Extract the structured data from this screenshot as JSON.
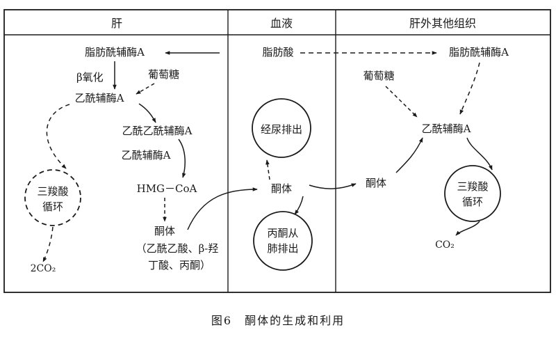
{
  "columns": {
    "liver": "肝",
    "blood": "血液",
    "extrahepatic": "肝外其他组织"
  },
  "liver": {
    "acyl_coa": "脂肪酰辅酶A",
    "beta_oxidation": "β氧化",
    "glucose": "葡萄糖",
    "acetyl_coa": "乙酰辅酶A",
    "acetoacetyl_coa": "乙酰乙酰辅酶A",
    "acetyl_coa_2": "乙酰辅酶A",
    "hmg_coa": "HMG－CoA",
    "ketone_bodies": "酮体",
    "ketone_detail_1": "（乙酰乙酸、β-羟",
    "ketone_detail_2": "丁酸、丙酮）",
    "tca_1": "三羧酸",
    "tca_2": "循环",
    "co2": "2CO₂"
  },
  "blood": {
    "fatty_acid": "脂肪酸",
    "urine_1": "经尿排出",
    "ketone_bodies": "酮体",
    "lung_1": "丙酮从",
    "lung_2": "肺排出"
  },
  "extrahepatic": {
    "acyl_coa": "脂肪酰辅酶A",
    "glucose": "葡萄糖",
    "acetyl_coa": "乙酰辅酶A",
    "ketone_bodies": "酮体",
    "tca_1": "三羧酸",
    "tca_2": "循环",
    "co2": "CO₂"
  },
  "caption": "图6　酮体的生成和利用",
  "colors": {
    "ink": "#1a1a1a"
  }
}
